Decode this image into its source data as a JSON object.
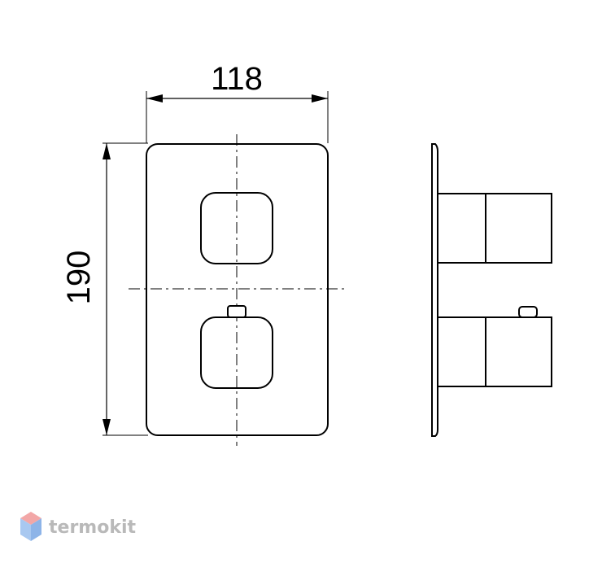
{
  "dimensions": {
    "width_label": "118",
    "height_label": "190"
  },
  "watermark": {
    "text": "termokit"
  },
  "colors": {
    "line": "#000000",
    "watermark_text": "#b9b9b9",
    "logo_top": "#f2a7a7",
    "logo_left": "#a8c8f0",
    "logo_right": "#8db4e8"
  }
}
